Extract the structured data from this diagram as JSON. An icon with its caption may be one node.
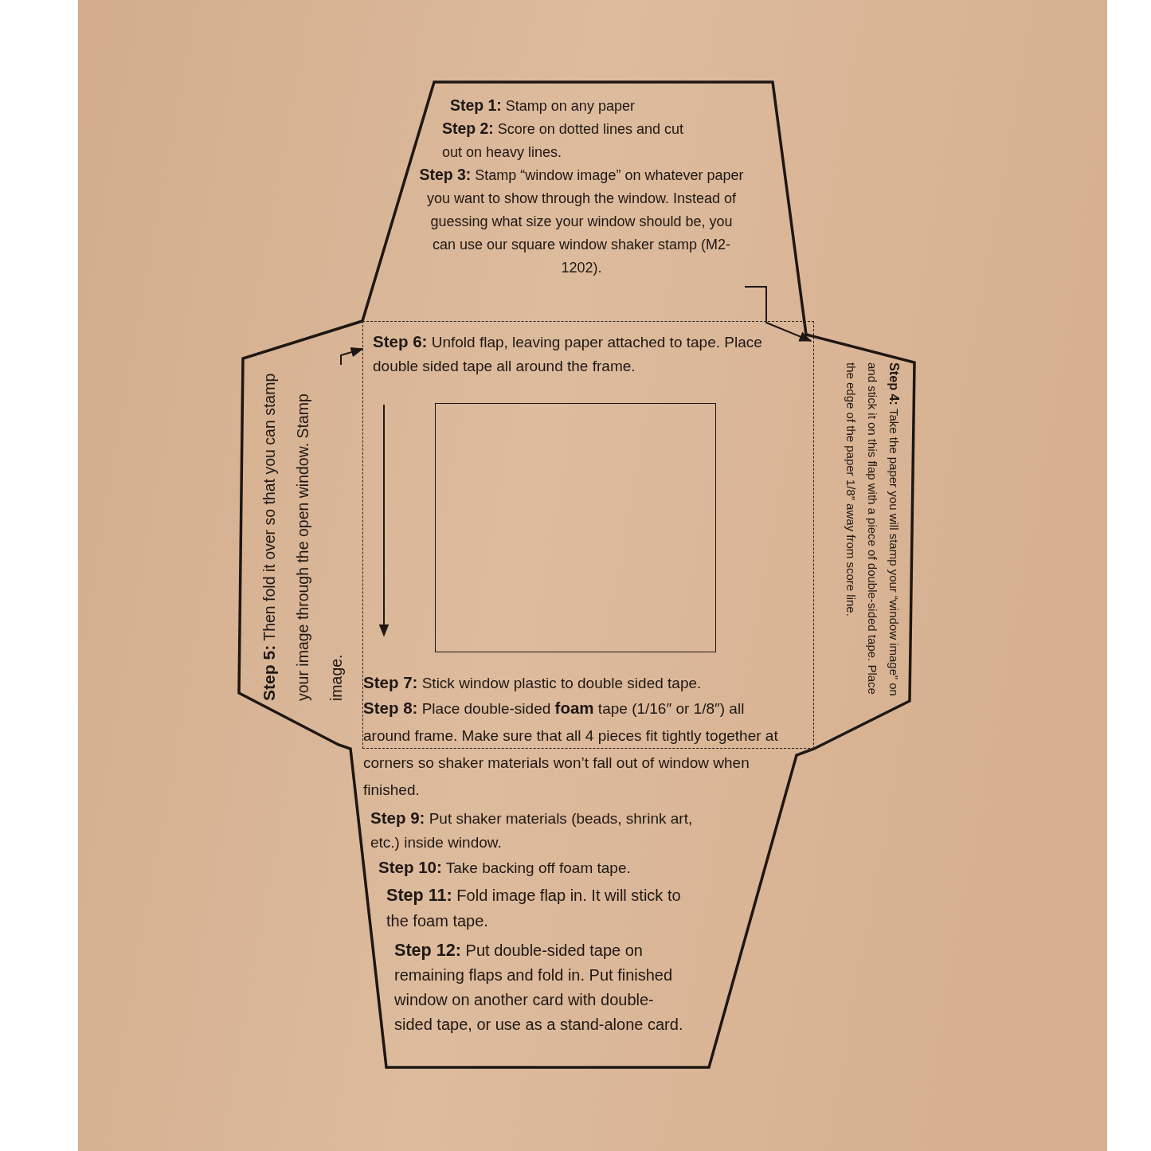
{
  "diagram": {
    "nodes": [
      {
        "text": [
          "**Step 1:** Stamp on any paper",
          "**Step 2:** Score on dotted lines and cut out on heavy lines.",
          "**Step 3:** Stamp “window image” on whatever paper you want to show through the window. Instead of guessing what size your window should be, you can use our square window shaker stamp (M2-1202)."
        ]
      },
      {
        "text": [
          "**Step 4:** Take the paper you will stamp your “window image” on and stick it on this flap with a piece of double-sided tape. Place the edge of the paper 1/8″ away from score line."
        ]
      },
      {
        "text": [
          "**Step 5:** Then fold it over so that you can stamp your image through the open window. Stamp image."
        ]
      },
      {
        "text": [
          "**Step 6:** Unfold flap, leaving paper attached to tape. Place double sided tape all around the frame.",
          "**Step 7:** Stick window plastic to double sided tape.",
          "**Step 8:** Place double-sided **foam** tape  (1/16″ or 1/8″) all around frame. Make sure that all 4 pieces fit tightly together at corners so shaker materials won’t fall out of window when finished."
        ]
      },
      {
        "text": [],
        "shape": "box",
        "in": 3
      },
      {
        "text": [
          "**Step 9:** Put shaker materials (beads, shrink art, etc.) inside window.",
          "**Step 10:** Take backing off foam tape.",
          "**Step 11:** Fold image flap in. It will stick to the foam tape.",
          "**Step 12:** Put double-sided tape on remaining flaps and fold in. Put finished window on another card with double-sided tape, or use as a stand-alone card."
        ]
      }
    ],
    "edges": [
      {
        "from": 0,
        "to": 1,
        "arrow": "to"
      },
      {
        "from": 2,
        "to": 3,
        "arrow": "to"
      }
    ]
  }
}
